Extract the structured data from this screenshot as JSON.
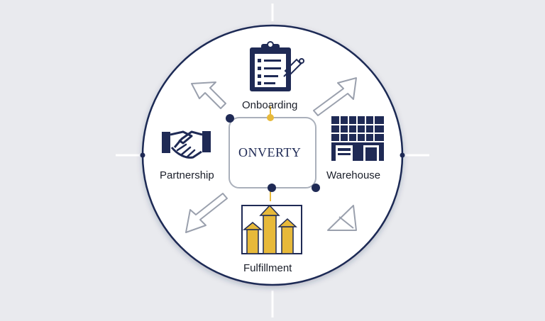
{
  "center": {
    "brand": "ONVERTY"
  },
  "nodes": {
    "top": {
      "label": "Onboarding",
      "icon": "clipboard-checklist-icon"
    },
    "left": {
      "label": "Partnership",
      "icon": "handshake-icon"
    },
    "right": {
      "label": "Warehouse",
      "icon": "warehouse-building-icon"
    },
    "bottom": {
      "label": "Fulfillment",
      "icon": "growth-bar-chart-icon"
    }
  },
  "colors": {
    "background": "#e9eaee",
    "circle_fill": "#ffffff",
    "navy": "#1f2a55",
    "gold": "#e7b93a",
    "arrow_gray": "#9aa0ad"
  }
}
